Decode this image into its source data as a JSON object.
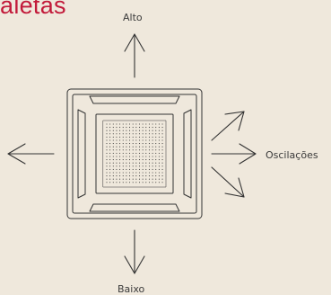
{
  "heading": "aletas",
  "directions": {
    "up": "Alto",
    "down": "Baixo",
    "right": "Oscilações"
  },
  "colors": {
    "background": "#efe8dc",
    "heading": "#c21a3a",
    "stroke": "#333333"
  }
}
